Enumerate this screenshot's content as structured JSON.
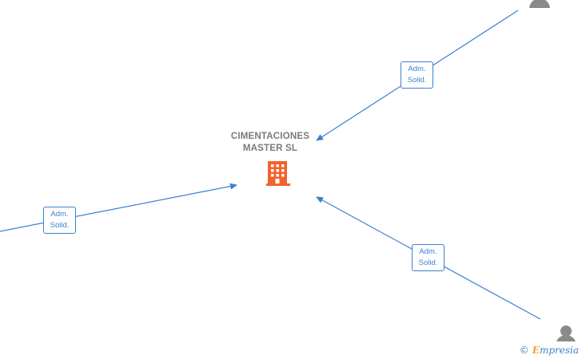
{
  "company": {
    "name_line1": "CIMENTACIONES",
    "name_line2": "MASTER  SL",
    "icon": "building-icon"
  },
  "edges": [
    {
      "from": "person-top-right",
      "label_line1": "Adm.",
      "label_line2": "Solid."
    },
    {
      "from": "person-left",
      "label_line1": "Adm.",
      "label_line2": "Solid."
    },
    {
      "from": "person-bottom-right",
      "label_line1": "Adm.",
      "label_line2": "Solid."
    }
  ],
  "watermark": {
    "symbol": "©",
    "brand_initial": "E",
    "brand_rest": "mpresia"
  },
  "colors": {
    "edge": "#3b7fd0",
    "building": "#f2622e",
    "person": "#8a8a8a",
    "company_text": "#7a7a7a"
  }
}
